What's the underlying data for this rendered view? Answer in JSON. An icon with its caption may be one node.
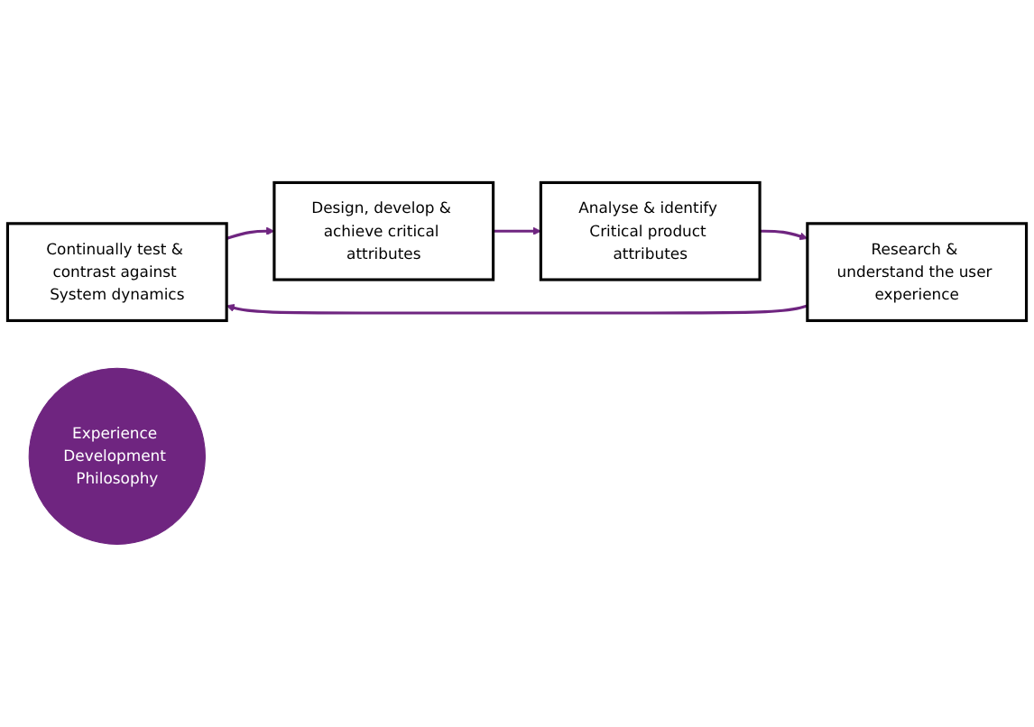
{
  "diagram": {
    "nodes": [
      {
        "text": [
          "Continually test & contrast against System dynamics"
        ]
      },
      {
        "text": [
          "Design, develop & achieve critical attributes"
        ]
      },
      {
        "text": [
          "Experience Development Philosophy"
        ]
      },
      {
        "text": [
          "Research & understand the user experience"
        ]
      },
      {
        "text": [
          "Analyse & identify Critical product attributes"
        ]
      }
    ],
    "edges": [
      {
        "from": 3,
        "to": 0,
        "arrow": "to"
      },
      {
        "from": 0,
        "to": 1,
        "arrow": "to"
      },
      {
        "from": 1,
        "to": 4,
        "arrow": "to"
      },
      {
        "from": 4,
        "to": 3,
        "arrow": "to"
      }
    ]
  }
}
